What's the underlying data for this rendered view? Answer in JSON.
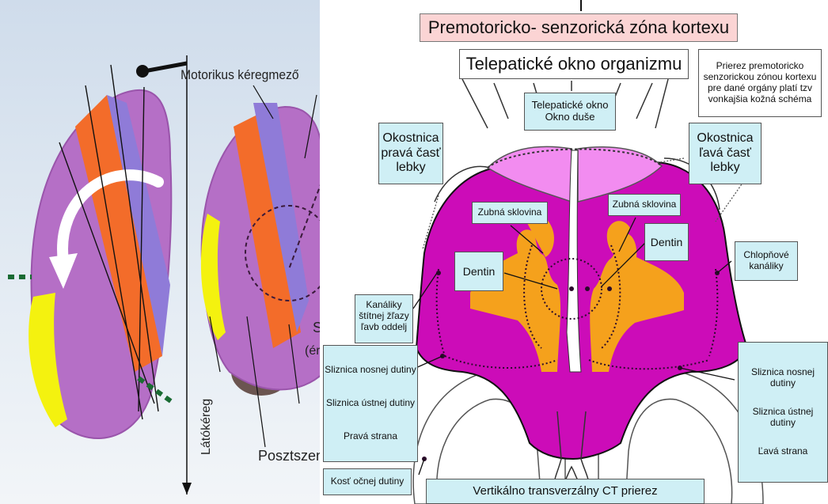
{
  "left_labels": {
    "motor_cortex": "Motorikus kéregmező",
    "visual_cortex": "Látókéreg",
    "sensory_cut": "Szenzo",
    "sensory_cut2": "(érzéke",
    "postsensory": "Posztszenzorik"
  },
  "title": "Premotoricko- senzorická zóna kortexu",
  "telepathic_window": "Telepatické okno organizmu",
  "description": [
    "Prierez premotoricko",
    "senzorickou zónou kortexu",
    "pre dané orgány platí tzv",
    "vonkajšia kožná schéma"
  ],
  "soul_window": [
    "Telepatické okno",
    "Okno duše"
  ],
  "periosteum_right": [
    "Okostnica",
    "pravá časť",
    "lebky"
  ],
  "periosteum_left": [
    "Okostnica",
    "ľavá časť",
    "lebky"
  ],
  "enamel_left": "Zubná sklovina",
  "enamel_right": "Zubná sklovina",
  "dentin_left": "Dentin",
  "dentin_right": "Dentin",
  "valve_canals": [
    "Chlopňové",
    "kanáliky"
  ],
  "thyroid_canals": [
    "Kanáliky",
    "štítnej žľazy",
    "ľavb oddelj"
  ],
  "mucosa_right_side": [
    "Sliznica nosnej dutiny",
    "Sliznica ústnej dutiny",
    "Pravá strana"
  ],
  "mucosa_left_side": [
    "Sliznica nosnej dutiny",
    "Sliznica ústnej dutiny",
    "Ľavá strana"
  ],
  "orbital_bone": "Kosť očnej dutiny",
  "ct_section": "Vertikálno transverzálny CT prierez",
  "colors": {
    "magenta": "#cc0cb8",
    "orange": "#f5a11c",
    "pink_cap": "#f28cf0",
    "brain_purple": "#b56fc6",
    "motor_orange": "#f36c2a",
    "yellow_lobe": "#f4f20f",
    "box_bg": "#cfeff5",
    "title_bg": "#fbd4d4"
  }
}
